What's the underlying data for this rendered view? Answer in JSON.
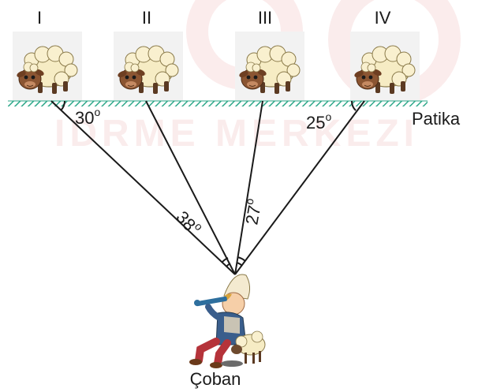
{
  "sheep_labels": [
    "I",
    "II",
    "III",
    "IV"
  ],
  "path_label": "Patika",
  "shepherd_label": "Çoban",
  "angles": {
    "left_base": "30",
    "sheep2": "38",
    "sheep3": "27",
    "right_base": "25",
    "degree_symbol": "o"
  },
  "colors": {
    "path": "#2fa88a",
    "line": "#1a1a1a",
    "watermark": "#f3c9c9"
  },
  "icons": {
    "sheep": "sheep-icon",
    "shepherd": "shepherd-icon"
  }
}
